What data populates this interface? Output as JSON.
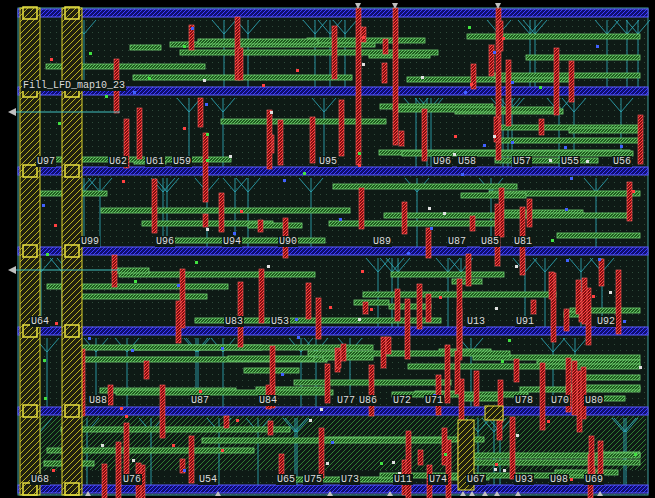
{
  "diagram": {
    "labels": [
      "Fill_LFD_map10_23",
      "U97",
      "U62",
      "U61",
      "U59",
      "U95",
      "U96",
      "U58",
      "U57",
      "U55",
      "U56",
      "U99",
      "U96",
      "U94",
      "U90",
      "U89",
      "U87",
      "U85",
      "U81",
      "U64",
      "U83",
      "U53",
      "U13",
      "U91",
      "U92",
      "U88",
      "U87",
      "U84",
      "U77",
      "U86",
      "U72",
      "U71",
      "U78",
      "U70",
      "U80",
      "U68",
      "U76",
      "U54",
      "U65",
      "U75",
      "U73",
      "U11",
      "U74",
      "U67",
      "U93",
      "U98",
      "U69"
    ]
  }
}
